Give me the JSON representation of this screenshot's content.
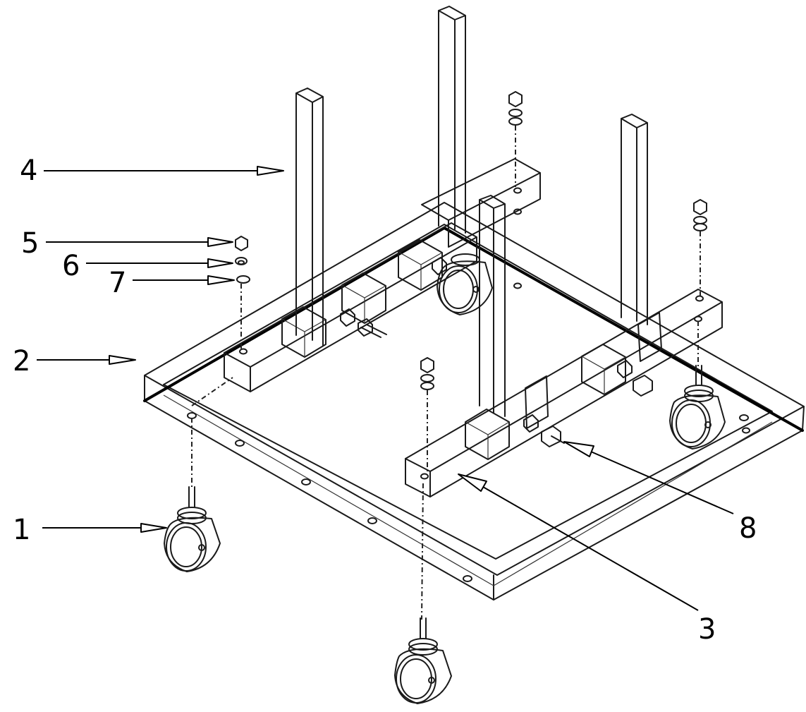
{
  "callouts": [
    {
      "id": "1",
      "label": "1"
    },
    {
      "id": "2",
      "label": "2"
    },
    {
      "id": "3",
      "label": "3"
    },
    {
      "id": "4",
      "label": "4"
    },
    {
      "id": "5",
      "label": "5"
    },
    {
      "id": "6",
      "label": "6"
    },
    {
      "id": "7",
      "label": "7"
    },
    {
      "id": "8",
      "label": "8"
    }
  ],
  "colors": {
    "stroke": "#000000",
    "background": "#ffffff"
  }
}
